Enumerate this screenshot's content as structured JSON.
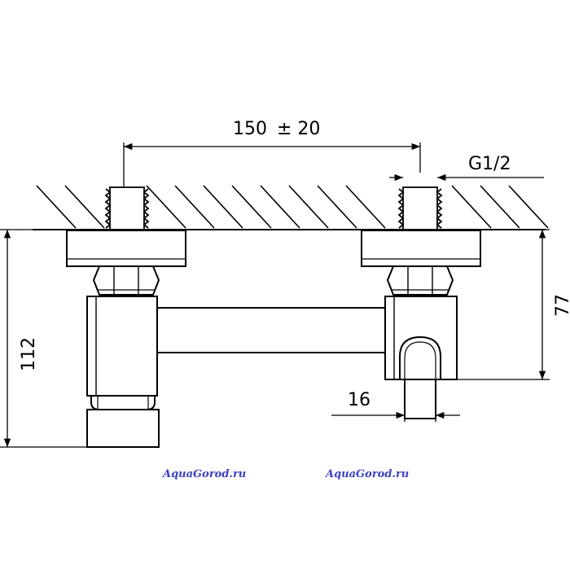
{
  "dimensions": {
    "spacing": "150",
    "spacing_tolerance": "± 20",
    "thread": "G1/2",
    "height_total": "112",
    "height_outlet": "77",
    "outlet_diameter": "16"
  },
  "watermarks": {
    "left": "AquaGorod.ru",
    "right": "AquaGorod.ru"
  },
  "colors": {
    "line": "#000000",
    "watermark": "#3a3fc4",
    "background": "#ffffff"
  }
}
